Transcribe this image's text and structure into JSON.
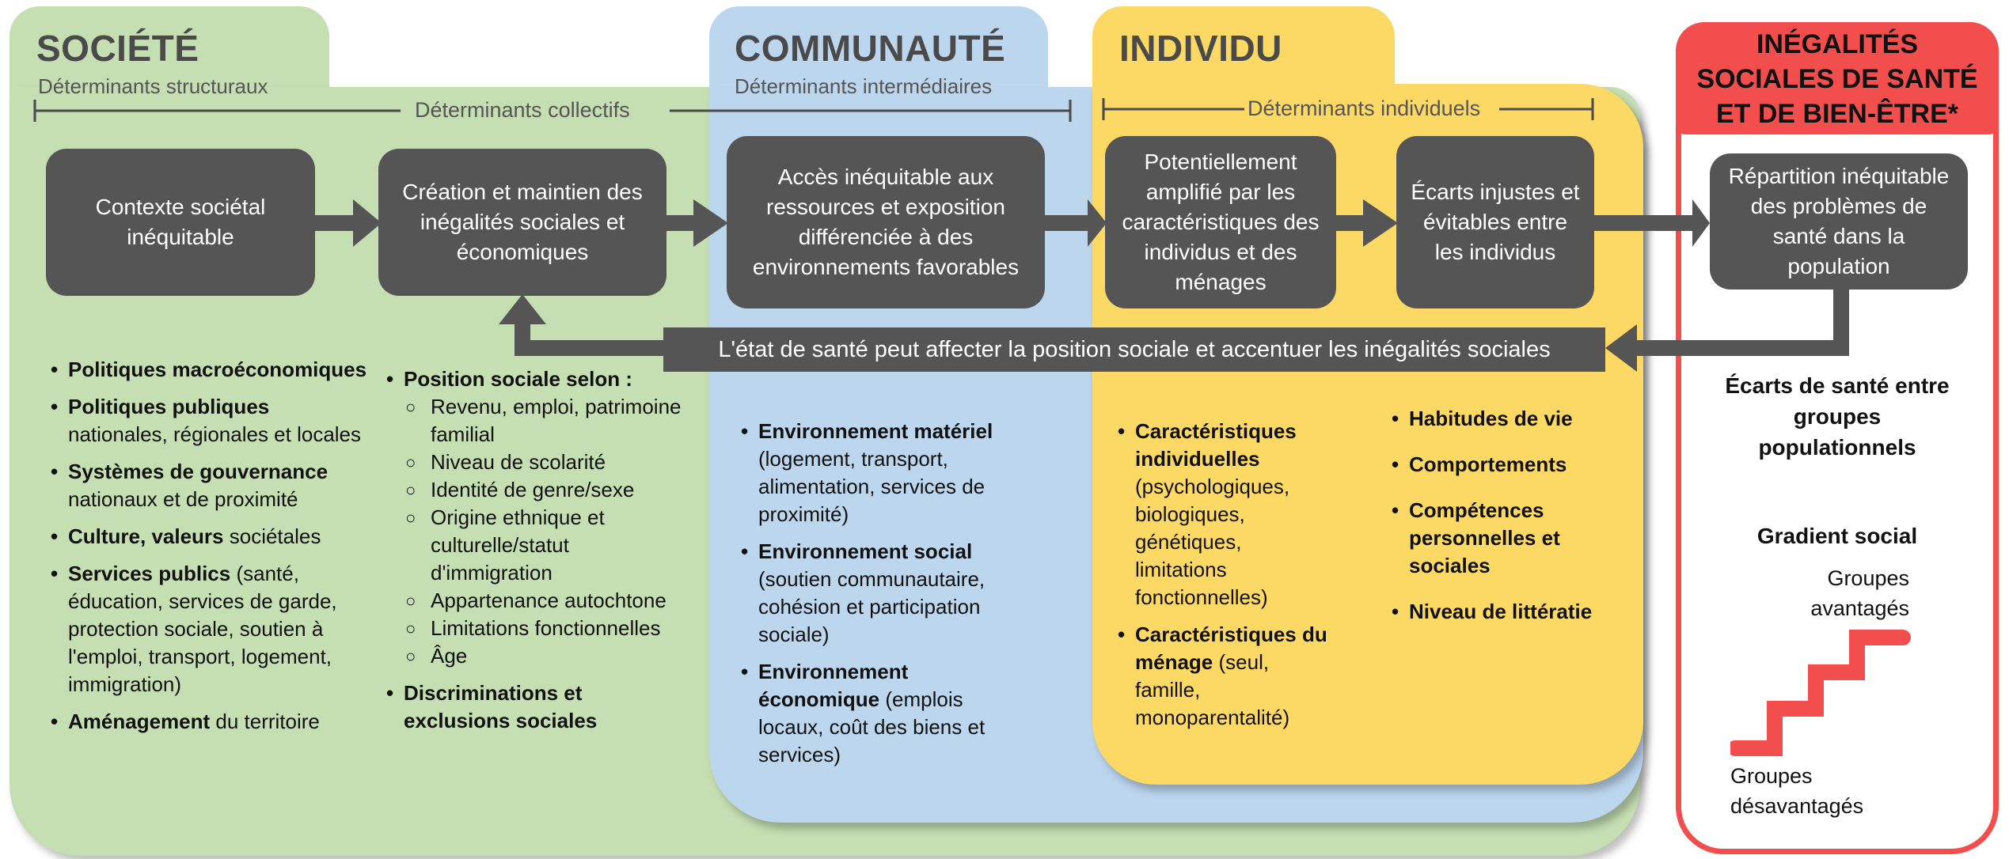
{
  "societe": {
    "title": "SOCIÉTÉ",
    "subtitle": "Déterminants structuraux",
    "collective_label": "Déterminants collectifs",
    "box1": "Contexte sociétal inéquitable",
    "box2": "Création et maintien des inégalités sociales et économiques",
    "list1": [
      {
        "bold": "Politiques macroéconomiques",
        "rest": ""
      },
      {
        "bold": "Politiques publiques",
        "rest": " nationales, régionales et locales"
      },
      {
        "bold": "Systèmes de gouvernance",
        "rest": " nationaux et de proximité"
      },
      {
        "bold": "Culture, valeurs",
        "rest": " sociétales"
      },
      {
        "bold": "Services publics",
        "rest": " (santé, éducation, services de garde, protection sociale, soutien à l'emploi, transport, logement, immigration)"
      },
      {
        "bold": "Aménagement",
        "rest": " du territoire"
      }
    ],
    "list2_head": "Position sociale selon :",
    "list2_sub": [
      "Revenu, emploi, patrimoine familial",
      "Niveau de scolarité",
      "Identité de genre/sexe",
      "Origine ethnique et culturelle/statut d'immigration",
      "Appartenance autochtone",
      "Limitations fonctionnelles",
      "Âge"
    ],
    "list2_last": "Discriminations et exclusions sociales"
  },
  "communaute": {
    "title": "COMMUNAUTÉ",
    "subtitle": "Déterminants intermédiaires",
    "box": "Accès inéquitable aux ressources et exposition différenciée à des environnements favorables",
    "list": [
      {
        "bold": "Environnement matériel",
        "rest": " (logement, transport, alimentation, services de proximité)"
      },
      {
        "bold": "Environnement social",
        "rest": " (soutien communautaire, cohésion et participation sociale)"
      },
      {
        "bold": "Environnement économique",
        "rest": " (emplois locaux, coût des biens et services)"
      }
    ]
  },
  "individu": {
    "title": "INDIVIDU",
    "individual_label": "Déterminants individuels",
    "box1": "Potentiellement amplifié par  les caractéristiques des individus et des ménages",
    "box2": "Écarts injustes et évitables entre les individus",
    "list1": [
      {
        "bold": "Caractéristiques individuelles",
        "rest": " (psychologiques, biologiques, génétiques, limitations fonctionnelles)"
      },
      {
        "bold": "Caractéristiques du ménage",
        "rest": " (seul, famille, monoparentalité)"
      }
    ],
    "list2": [
      "Habitudes de vie",
      "Comportements",
      "Compétences personnelles et sociales",
      "Niveau de littératie"
    ]
  },
  "inegalites": {
    "title": "INÉGALITÉS SOCIALES DE SANTÉ ET DE BIEN-ÊTRE*",
    "box": "Répartition inéquitable des problèmes de santé dans la population",
    "ecarts": "Écarts de santé entre groupes populationnels",
    "gradient": "Gradient social",
    "advantaged": "Groupes avantagés",
    "disadvantaged": "Groupes désavantagés"
  },
  "feedback_text": "L'état de santé peut affecter la position sociale et accentuer les inégalités sociales",
  "colors": {
    "green": "#c5dfb3",
    "blue": "#bcd6ee",
    "yellow": "#fcd864",
    "dark": "#555555",
    "red": "#f24e4e"
  }
}
